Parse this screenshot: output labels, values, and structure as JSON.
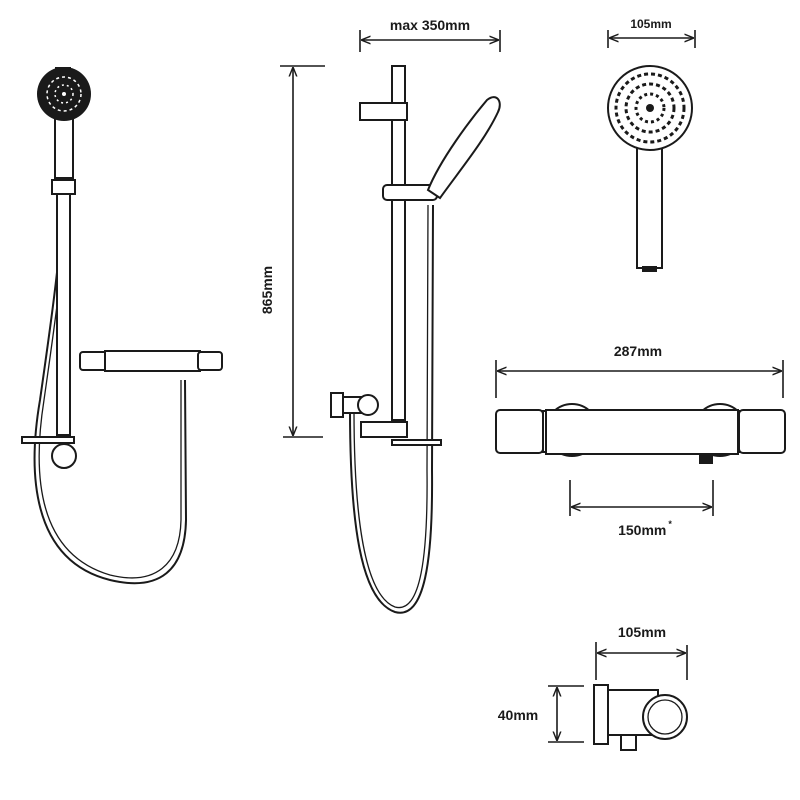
{
  "dimensions": {
    "rail_width": "max 350mm",
    "handset_width": "105mm",
    "rail_height": "865mm",
    "valve_length": "287mm",
    "valve_centres": "150mm",
    "valve_centres_note": "*",
    "outlet_width": "105mm",
    "outlet_height": "40mm"
  },
  "colors": {
    "line": "#1a1a1a",
    "background": "#ffffff"
  }
}
